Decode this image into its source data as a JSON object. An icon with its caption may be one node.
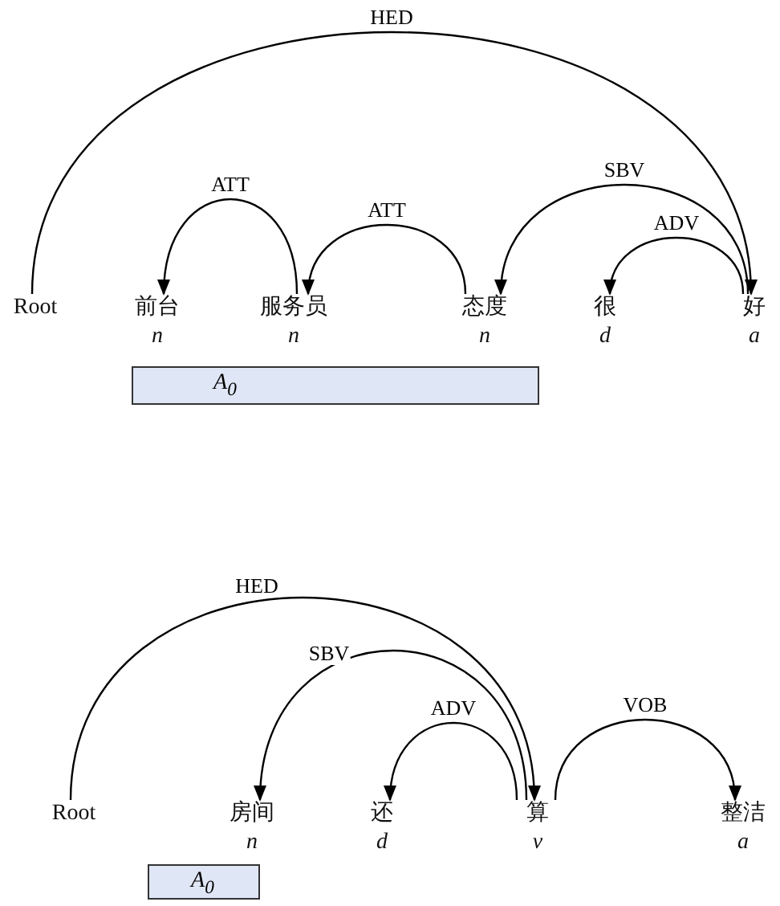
{
  "diagram": {
    "nodes": [
      {
        "text": [
          "Root"
        ]
      },
      {
        "text": [
          "前台",
          "n"
        ]
      },
      {
        "text": [
          "服务员",
          "n"
        ]
      },
      {
        "text": [
          "态度",
          "n"
        ]
      },
      {
        "text": [
          "很",
          "d"
        ]
      },
      {
        "text": [
          "好",
          "a"
        ]
      },
      {
        "text": [
          "A$_{0}$"
        ]
      },
      {
        "text": [
          "Root"
        ]
      },
      {
        "text": [
          "房间",
          "n"
        ]
      },
      {
        "text": [
          "还",
          "d"
        ]
      },
      {
        "text": [
          "算",
          "v"
        ]
      },
      {
        "text": [
          "整洁",
          "a"
        ]
      },
      {
        "text": [
          "A$_{0}$"
        ]
      }
    ],
    "edges": [
      {
        "from": 0,
        "to": 5,
        "arrow": "to",
        "label": "HED"
      },
      {
        "from": 2,
        "to": 1,
        "arrow": "to",
        "label": "ATT"
      },
      {
        "from": 3,
        "to": 2,
        "arrow": "to",
        "label": "ATT"
      },
      {
        "from": 5,
        "to": 3,
        "arrow": "to",
        "label": "SBV"
      },
      {
        "from": 5,
        "to": 4,
        "arrow": "to",
        "label": "ADV"
      },
      {
        "from": 7,
        "to": 10,
        "arrow": "to",
        "label": "HED"
      },
      {
        "from": 10,
        "to": 8,
        "arrow": "to",
        "label": "SBV"
      },
      {
        "from": 10,
        "to": 9,
        "arrow": "to",
        "label": "ADV"
      },
      {
        "from": 10,
        "to": 11,
        "arrow": "to",
        "label": "VOB"
      }
    ]
  }
}
